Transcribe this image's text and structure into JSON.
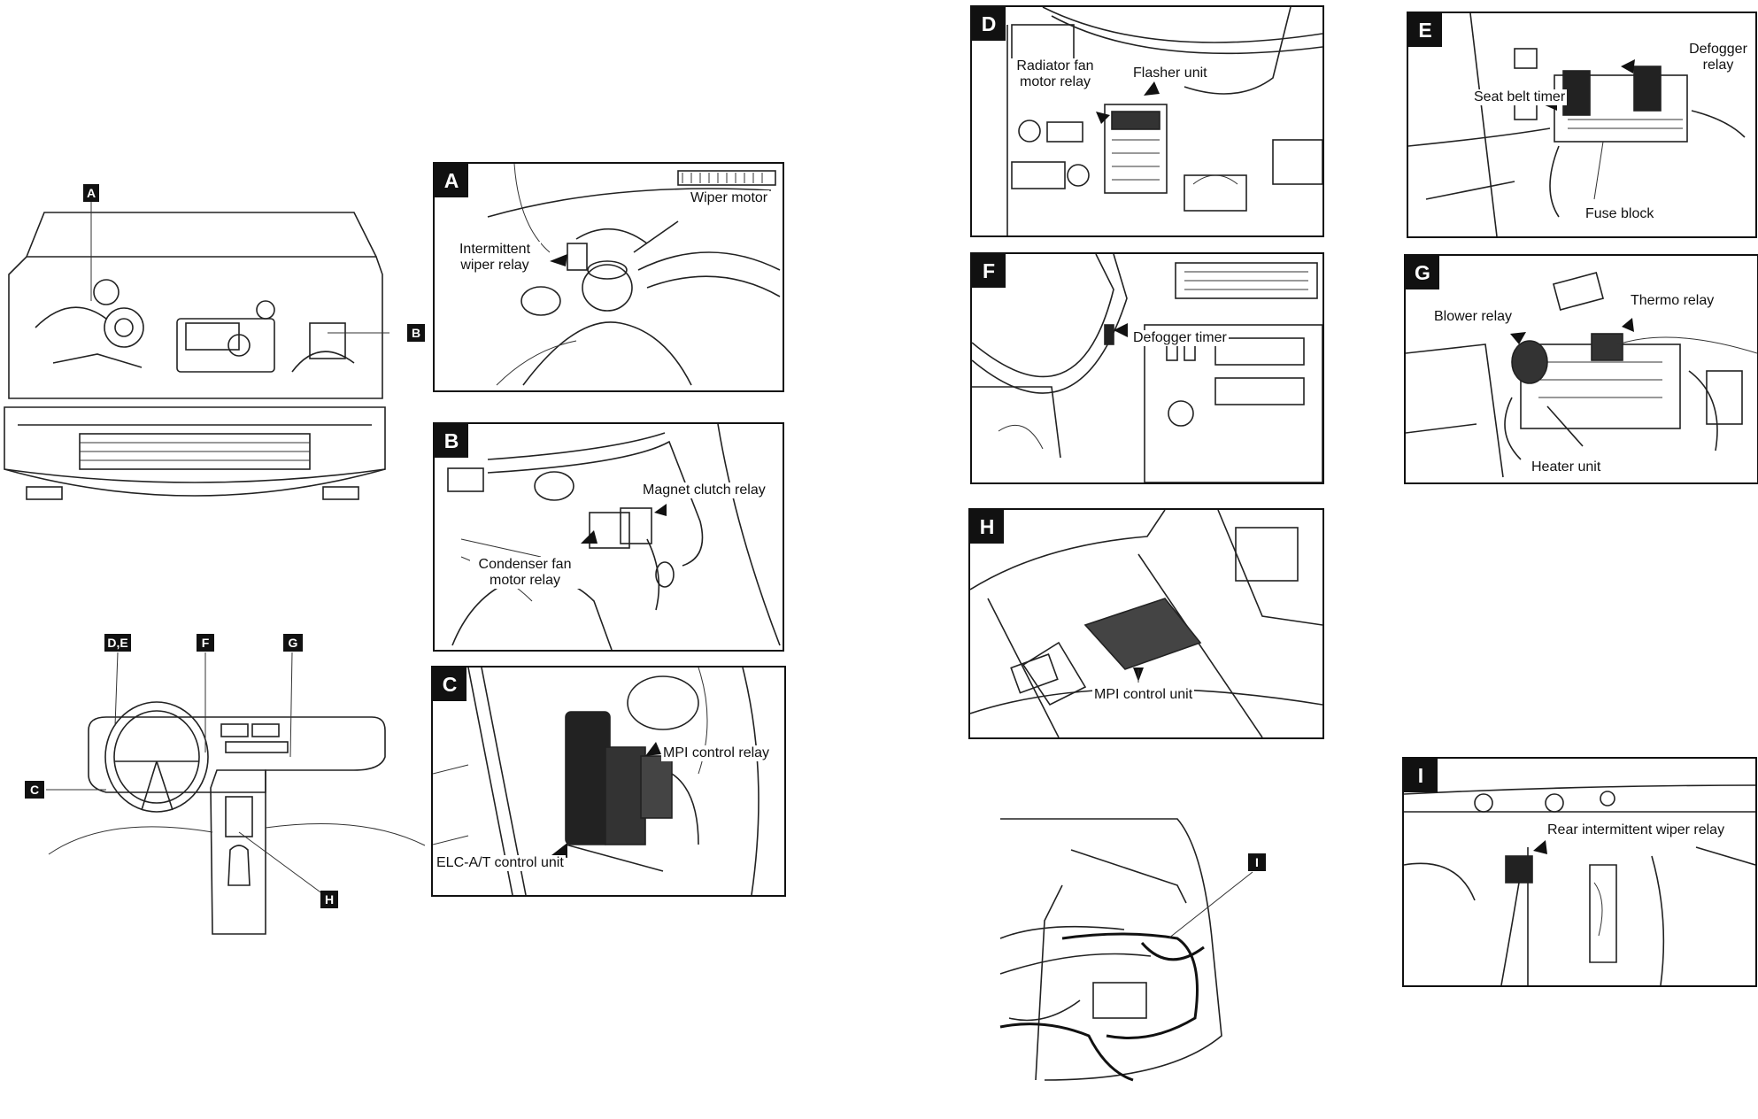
{
  "callouts": {
    "engine_a": "A",
    "engine_b": "B",
    "dash_de": "D,E",
    "dash_f": "F",
    "dash_g": "G",
    "dash_c": "C",
    "dash_h": "H",
    "rear_i": "I"
  },
  "panels": {
    "A": {
      "tag": "A",
      "labels": [
        "Wiper motor",
        "Intermittent wiper relay"
      ]
    },
    "B": {
      "tag": "B",
      "labels": [
        "Magnet clutch relay",
        "Condenser fan motor relay"
      ]
    },
    "C": {
      "tag": "C",
      "labels": [
        "MPI control relay",
        "ELC-A/T control unit"
      ]
    },
    "D": {
      "tag": "D",
      "labels": [
        "Radiator fan motor relay",
        "Flasher unit"
      ]
    },
    "E": {
      "tag": "E",
      "labels": [
        "Defogger relay",
        "Seat belt timer",
        "Fuse block"
      ]
    },
    "F": {
      "tag": "F",
      "labels": [
        "Defogger timer"
      ]
    },
    "G": {
      "tag": "G",
      "labels": [
        "Blower relay",
        "Thermo relay",
        "Heater unit"
      ]
    },
    "H": {
      "tag": "H",
      "labels": [
        "MPI control unit"
      ]
    },
    "I": {
      "tag": "I",
      "labels": [
        "Rear intermittent wiper relay"
      ]
    }
  }
}
